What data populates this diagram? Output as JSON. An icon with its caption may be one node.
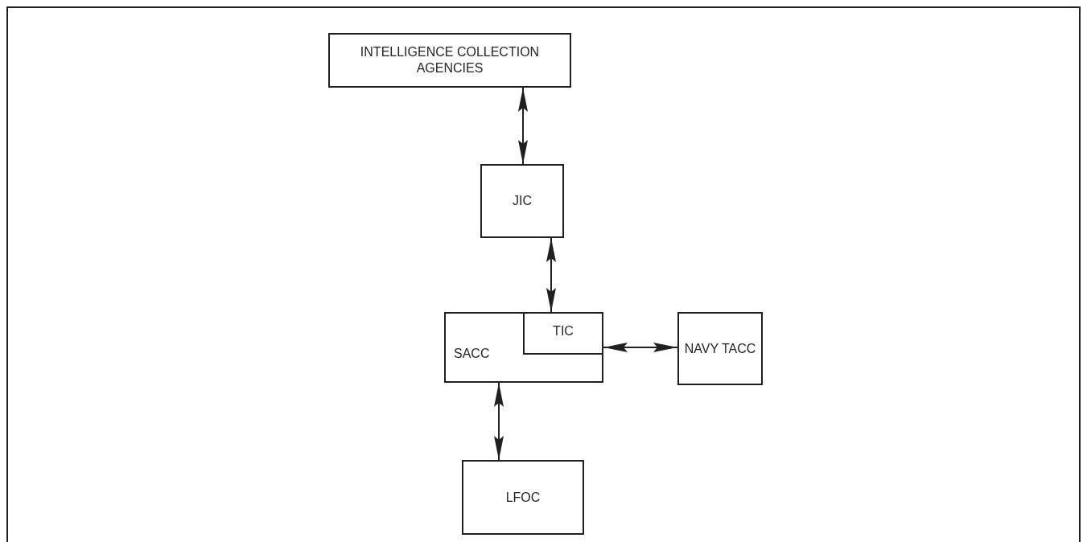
{
  "diagram": {
    "nodes": [
      {
        "text": [
          "INTELLIGENCE COLLECTION AGENCIES"
        ]
      },
      {
        "text": [
          "JIC"
        ]
      },
      {
        "text": [
          "SACC"
        ]
      },
      {
        "text": [
          "TIC"
        ],
        "in": 2
      },
      {
        "text": [
          "NAVY TACC"
        ]
      },
      {
        "text": [
          "LFOC"
        ]
      }
    ],
    "edges": [
      {
        "from": 0,
        "to": 1,
        "arrow": "both"
      },
      {
        "from": 1,
        "to": 3,
        "arrow": "both"
      },
      {
        "from": 3,
        "to": 4,
        "arrow": "both"
      },
      {
        "from": 2,
        "to": 5,
        "arrow": "both"
      }
    ]
  }
}
